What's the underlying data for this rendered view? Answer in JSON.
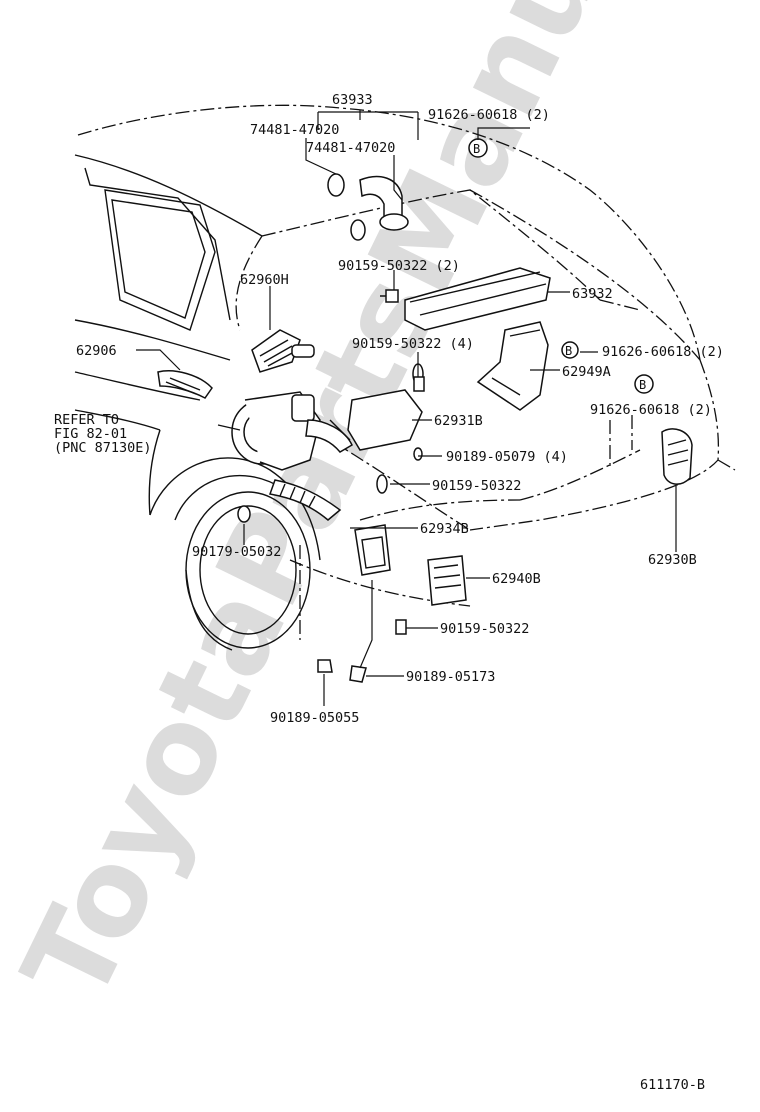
{
  "watermark": "ToyotaPartsManual.ru",
  "labels": {
    "p63933": "63933",
    "p74481_a": "74481-47020",
    "p74481_b": "74481-47020",
    "p91626_top": "91626-60618 (2)",
    "p62960H": "62960H",
    "p90159_a": "90159-50322 (2)",
    "p63932": "63932",
    "p62906": "62906",
    "p90159_b": "90159-50322 (4)",
    "p91626_mid": "91626-60618 (2)",
    "p62949A": "62949A",
    "p91626_low": "91626-60618 (2)",
    "ref1": "REFER TO",
    "ref2": "FIG 82-01",
    "ref3": "(PNC 87130E)",
    "p62931B": "62931B",
    "p90189_05079": "90189-05079 (4)",
    "p90159_c": "90159-50322",
    "p62934B": "62934B",
    "p90179": "90179-05032",
    "p62930B": "62930B",
    "p62940B": "62940B",
    "p90159_d": "90159-50322",
    "p90189_05173": "90189-05173",
    "p90189_05055": "90189-05055",
    "figure_id": "611170-B",
    "marker_b": "B"
  }
}
